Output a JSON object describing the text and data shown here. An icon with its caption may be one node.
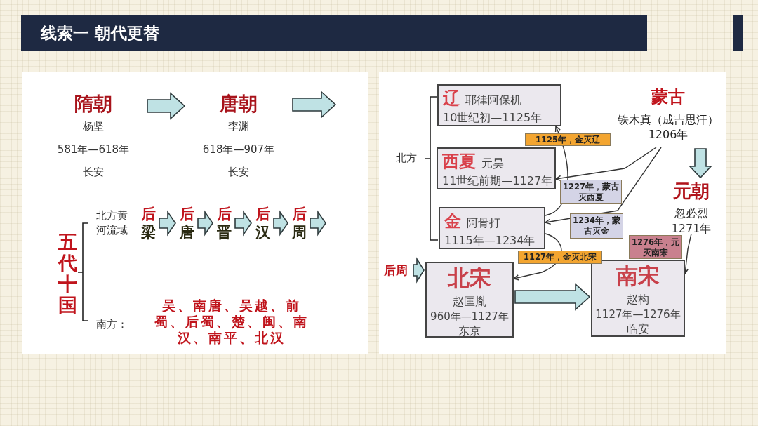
{
  "diagram": {
    "title": "线索一 朝代更替",
    "nodes": [
      {
        "text": [
          "隋朝",
          "杨坚",
          "581年—618年",
          "长安"
        ]
      },
      {
        "text": [
          "唐朝",
          "李渊",
          "618年—907年",
          "长安"
        ]
      },
      {
        "text": [
          "五代十国"
        ]
      },
      {
        "text": [
          "后",
          "梁"
        ]
      },
      {
        "text": [
          "后",
          "唐"
        ]
      },
      {
        "text": [
          "后",
          "晋"
        ]
      },
      {
        "text": [
          "后",
          "汉"
        ]
      },
      {
        "text": [
          "后",
          "周"
        ]
      },
      {
        "text": [
          "辽",
          "耶律阿保机",
          "10世纪初—1125年"
        ]
      },
      {
        "text": [
          "西夏",
          "元昊",
          "11世纪前期—1127年"
        ]
      },
      {
        "text": [
          "金",
          "阿骨打",
          "1115年—1234年"
        ]
      },
      {
        "text": [
          "后周"
        ]
      },
      {
        "text": [
          "北宋",
          "赵匡胤",
          "960年—1127年",
          "东京"
        ]
      },
      {
        "text": [
          "南宋",
          "赵构",
          "1127年—1276年",
          "临安"
        ]
      },
      {
        "text": [
          "蒙古",
          "铁木真（成吉思汗）",
          "1206年"
        ]
      },
      {
        "text": [
          "元朝",
          "忽必烈",
          "1271年"
        ]
      }
    ],
    "edges": [
      {
        "from": 0,
        "to": 1,
        "arrow": "to",
        "style": "thick"
      },
      {
        "from": 1,
        "to": null,
        "arrow": "to",
        "style": "thick"
      },
      {
        "from": 3,
        "to": 4,
        "arrow": "to",
        "style": "thick"
      },
      {
        "from": 4,
        "to": 5,
        "arrow": "to",
        "style": "thick"
      },
      {
        "from": 5,
        "to": 6,
        "arrow": "to",
        "style": "thick"
      },
      {
        "from": 6,
        "to": 7,
        "arrow": "to",
        "style": "thick"
      },
      {
        "from": 7,
        "to": null,
        "arrow": "to",
        "style": "thick"
      },
      {
        "from": 11,
        "to": 12,
        "arrow": "to",
        "style": "thick"
      },
      {
        "from": 12,
        "to": 13,
        "arrow": "to",
        "style": "thick"
      },
      {
        "from": 14,
        "to": 15,
        "arrow": "to",
        "style": "thick"
      },
      {
        "from": 10,
        "to": 8,
        "arrow": "to",
        "label": "1125年，金灭辽"
      },
      {
        "from": 14,
        "to": 9,
        "arrow": "to",
        "label": "1227年，蒙古灭西夏"
      },
      {
        "from": 14,
        "to": 10,
        "arrow": "to",
        "label": "1234年，蒙古灭金"
      },
      {
        "from": 10,
        "to": 12,
        "arrow": "to",
        "label": "1127年，金灭北宋"
      },
      {
        "from": 15,
        "to": 13,
        "arrow": "to",
        "label": "1276年，元灭南宋"
      }
    ],
    "labels": [
      "北方黄河流域",
      "南方：",
      "吴、南唐、吴越、前蜀、后蜀、楚、闽、南汉、南平、北汉",
      "北方"
    ]
  }
}
